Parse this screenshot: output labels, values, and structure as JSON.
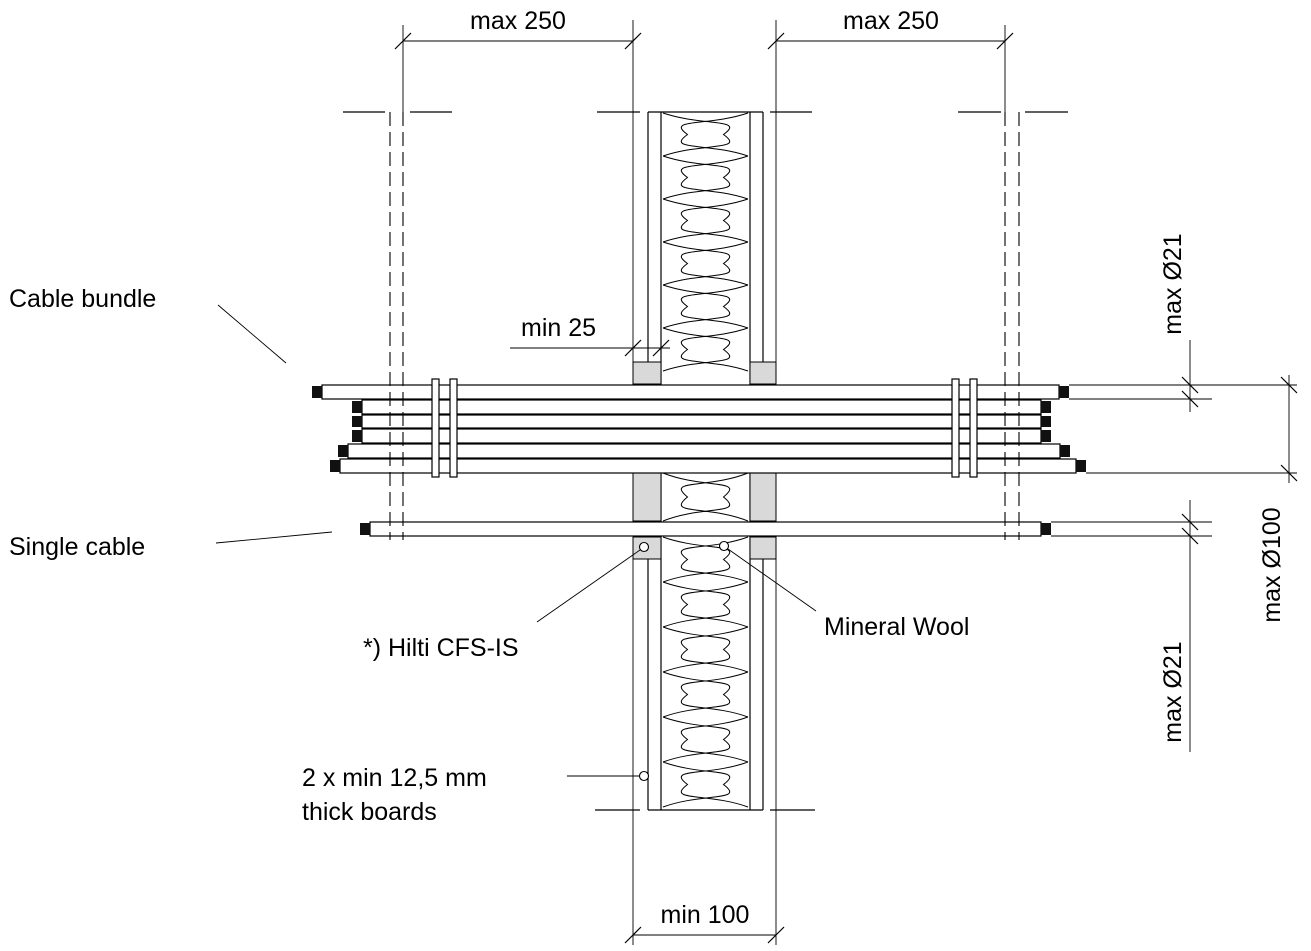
{
  "labels": {
    "dim_top_left": "max 250",
    "dim_top_right": "max 250",
    "cable_bundle": "Cable bundle",
    "single_cable": "Single cable",
    "min_25": "min 25",
    "max_d21_top": "max Ø21",
    "max_d21_bottom": "max Ø21",
    "max_d100": "max Ø100",
    "hilti": "*) Hilti CFS-IS",
    "mineral_wool": "Mineral Wool",
    "boards_line1": "2 x min 12,5 mm",
    "boards_line2": "thick boards",
    "min_100": "min 100"
  }
}
